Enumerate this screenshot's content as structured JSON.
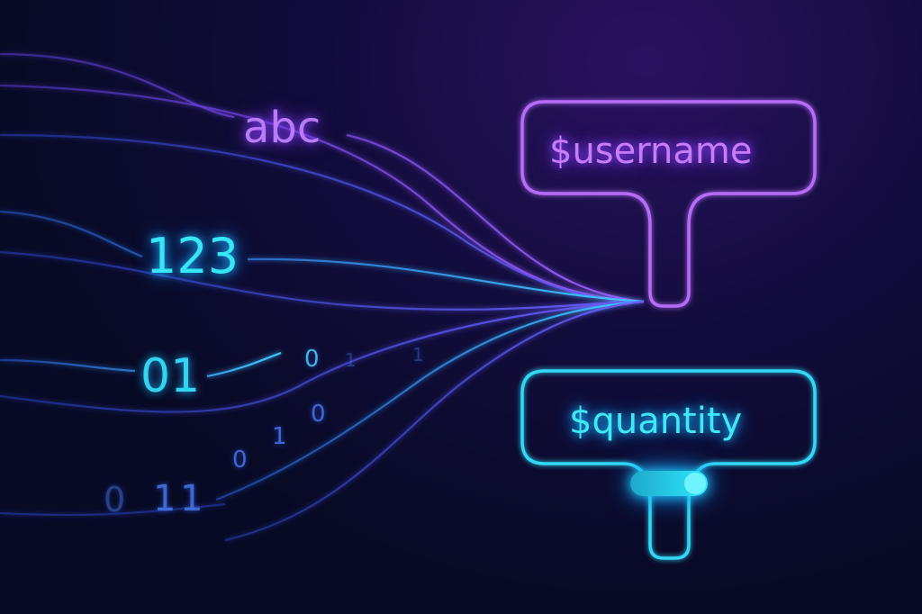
{
  "inputs": {
    "text": "abc",
    "number": "123",
    "binary": "01",
    "bits": [
      "0",
      "1",
      "1",
      "0",
      "1",
      "0",
      "0",
      "1",
      "1"
    ]
  },
  "variables": [
    {
      "label": "$username",
      "color": "#c77df7"
    },
    {
      "label": "$quantity",
      "color": "#3fe8f5",
      "toggle_on": true
    }
  ]
}
